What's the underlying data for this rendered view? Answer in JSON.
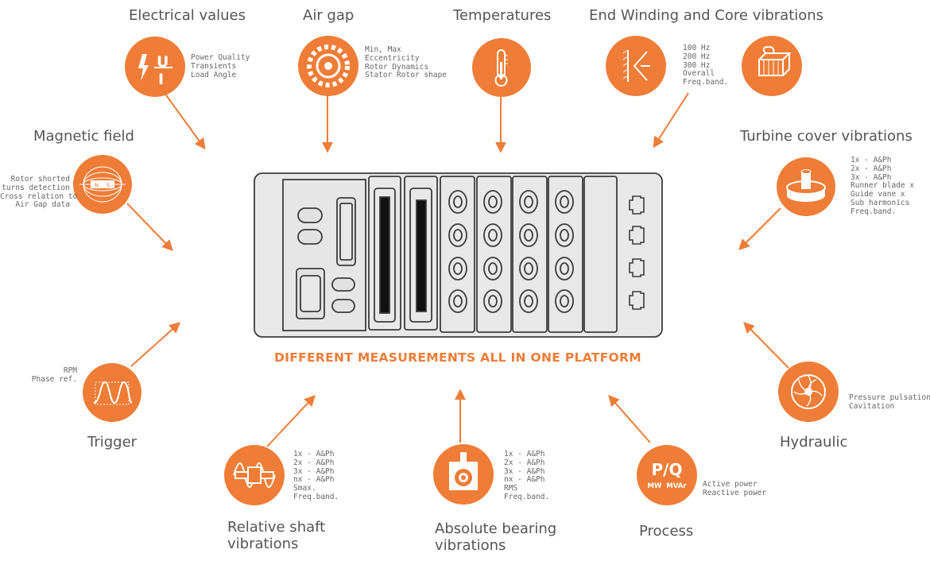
{
  "headline": "DIFFERENT MEASUREMENTS ALL IN ONE PLATFORM",
  "accent_color": "#ef7d37",
  "items": {
    "electrical": {
      "title": "Electrical values",
      "icon": "voltage-current-icon",
      "desc": "Power Quality\nTransients\nLoad Angle"
    },
    "airgap": {
      "title": "Air gap",
      "icon": "rotor-stator-icon",
      "desc": "Min, Max\nEccentricity\nRotor Dynamics\nStator Rotor shape"
    },
    "temperatures": {
      "title": "Temperatures",
      "icon": "thermometer-icon"
    },
    "endwinding": {
      "title": "End Winding and Core vibrations",
      "icon_a": "end-winding-icon",
      "icon_b": "stator-core-icon",
      "desc": "100 Hz\n200 Hz\n300 Hz\nOverall\nFreq.band."
    },
    "magnetic": {
      "title": "Magnetic field",
      "icon": "magnet-field-icon",
      "magnet_n": "N",
      "magnet_s": "S",
      "desc": "Rotor shorted\nturns detection\nCross relation to\nAir Gap data"
    },
    "turbine": {
      "title": "Turbine cover vibrations",
      "icon": "turbine-cover-icon",
      "desc": "1x - A&Ph\n2x - A&Ph\n3x - A&Ph\nRunner blade x\nGuide vane x\nSub harmonics\nFreq.band."
    },
    "trigger": {
      "title": "Trigger",
      "icon": "pulse-trigger-icon",
      "desc": "RPM\nPhase ref."
    },
    "hydraulic": {
      "title": "Hydraulic",
      "icon": "runner-icon",
      "desc": "Pressure pulsations\nCavitation"
    },
    "shaft": {
      "title": "Relative shaft\nvibrations",
      "icon": "shaft-sensor-icon",
      "desc": "1x - A&Ph\n2x - A&Ph\n3x - A&Ph\nnx - A&Ph\nSmax.\nFreq.band."
    },
    "bearing": {
      "title": "Absolute bearing\nvibrations",
      "icon": "bearing-sensor-icon",
      "desc": "1x - A&Ph\n2x - A&Ph\n3x - A&Ph\nnx - A&Ph\nRMS\nFreq.band."
    },
    "process": {
      "title": "Process",
      "icon": "power-pq-icon",
      "pq": "P/Q",
      "units": "MW  MVAr",
      "desc": "Active power\nReactive power"
    }
  },
  "device": {
    "name": "measurement-platform-rack",
    "connector_modules": 2,
    "input_modules": 4,
    "inputs_per_module": 4,
    "network_ports": 4
  }
}
